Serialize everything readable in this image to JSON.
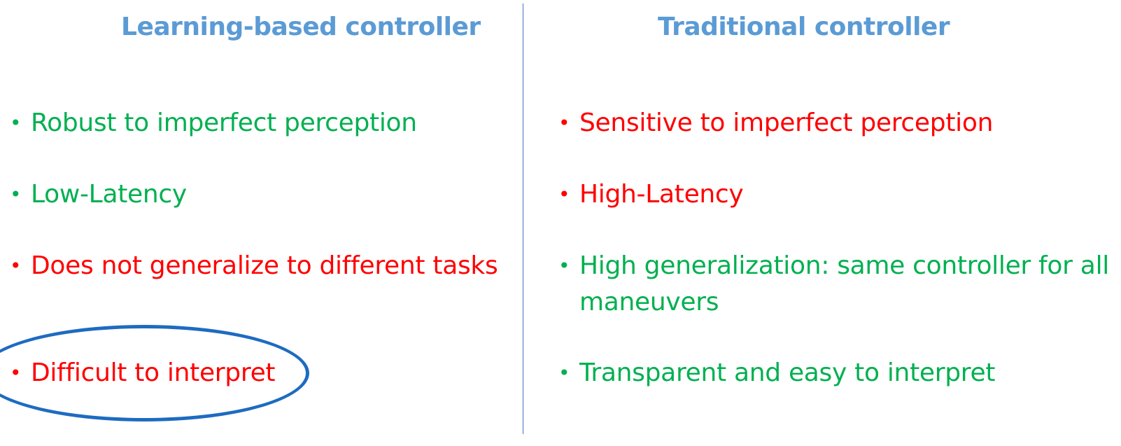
{
  "left": {
    "title": "Learning-based controller",
    "items": [
      {
        "text": "Robust to imperfect perception",
        "status": "pro"
      },
      {
        "text": "Low-Latency",
        "status": "pro"
      },
      {
        "text": "Does not generalize to different tasks",
        "status": "con"
      },
      {
        "text": "Difficult to interpret",
        "status": "con",
        "highlighted": true
      }
    ]
  },
  "right": {
    "title": "Traditional controller",
    "items": [
      {
        "text": "Sensitive to imperfect perception",
        "status": "con"
      },
      {
        "text": "High-Latency",
        "status": "con"
      },
      {
        "text": "High generalization: same controller for all",
        "text_line2": "maneuvers",
        "status": "pro"
      },
      {
        "text": "Transparent and easy to interpret",
        "status": "pro"
      }
    ]
  },
  "bullet": "•",
  "colors": {
    "title": "#5b9bd5",
    "pro": "#00b050",
    "con": "#ff0000",
    "divider": "#4472c4",
    "highlight_ellipse": "#1e6bc1"
  }
}
